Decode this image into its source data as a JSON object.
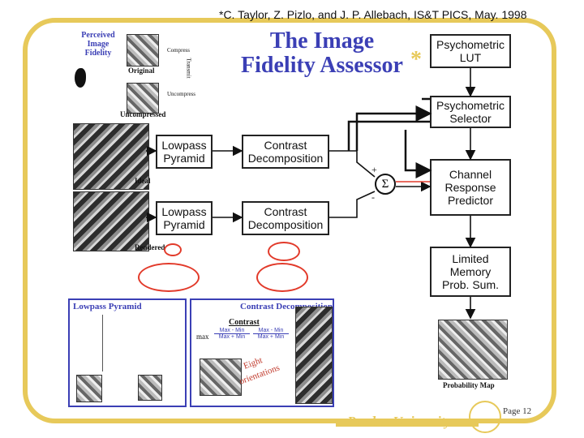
{
  "citation": "*C. Taylor, Z. Pizlo, and J. P. Allebach, IS&T PICS, May. 1998",
  "title": "The Image\nFidelity Assessor",
  "boxes": {
    "psychometric_lut": "Psychometric\nLUT",
    "psychometric_selector": "Psychometric\nSelector",
    "lowpass_pyramid_1": "Lowpass\nPyramid",
    "contrast_decomposition_1": "Contrast\nDecomposition",
    "channel_response_predictor": "Channel\nResponse\nPredictor",
    "lowpass_pyramid_2": "Lowpass\nPyramid",
    "contrast_decomposition_2": "Contrast\nDecomposition",
    "limited_memory_prob_sum": "Limited\nMemory\nProb. Sum."
  },
  "inset": {
    "title": "Perceived\nImage\nFidelity",
    "original": "Original",
    "uncompressed": "Uncompressed",
    "compress": "Compress",
    "uncompress": "Uncompress",
    "transmit": "Transmit"
  },
  "image_labels": {
    "ideal": "Ideal",
    "rendered": "Rendered",
    "probability_map": "Probability Map"
  },
  "sum": {
    "symbol": "Σ",
    "plus": "+",
    "minus": "-"
  },
  "lowpass_panel": {
    "title": "Lowpass Pyramid"
  },
  "contrast_panel": {
    "title": "Contrast Decomposition",
    "contrast_label": "Contrast",
    "max": "max",
    "f1_num": "Max - Min",
    "f1_den": "Max + Min",
    "f2_num": "Max - Min",
    "f2_den": "Max + Min",
    "eight": "Eight",
    "orientations": "orientations"
  },
  "footer": "Purdue University",
  "page": "Page 12"
}
